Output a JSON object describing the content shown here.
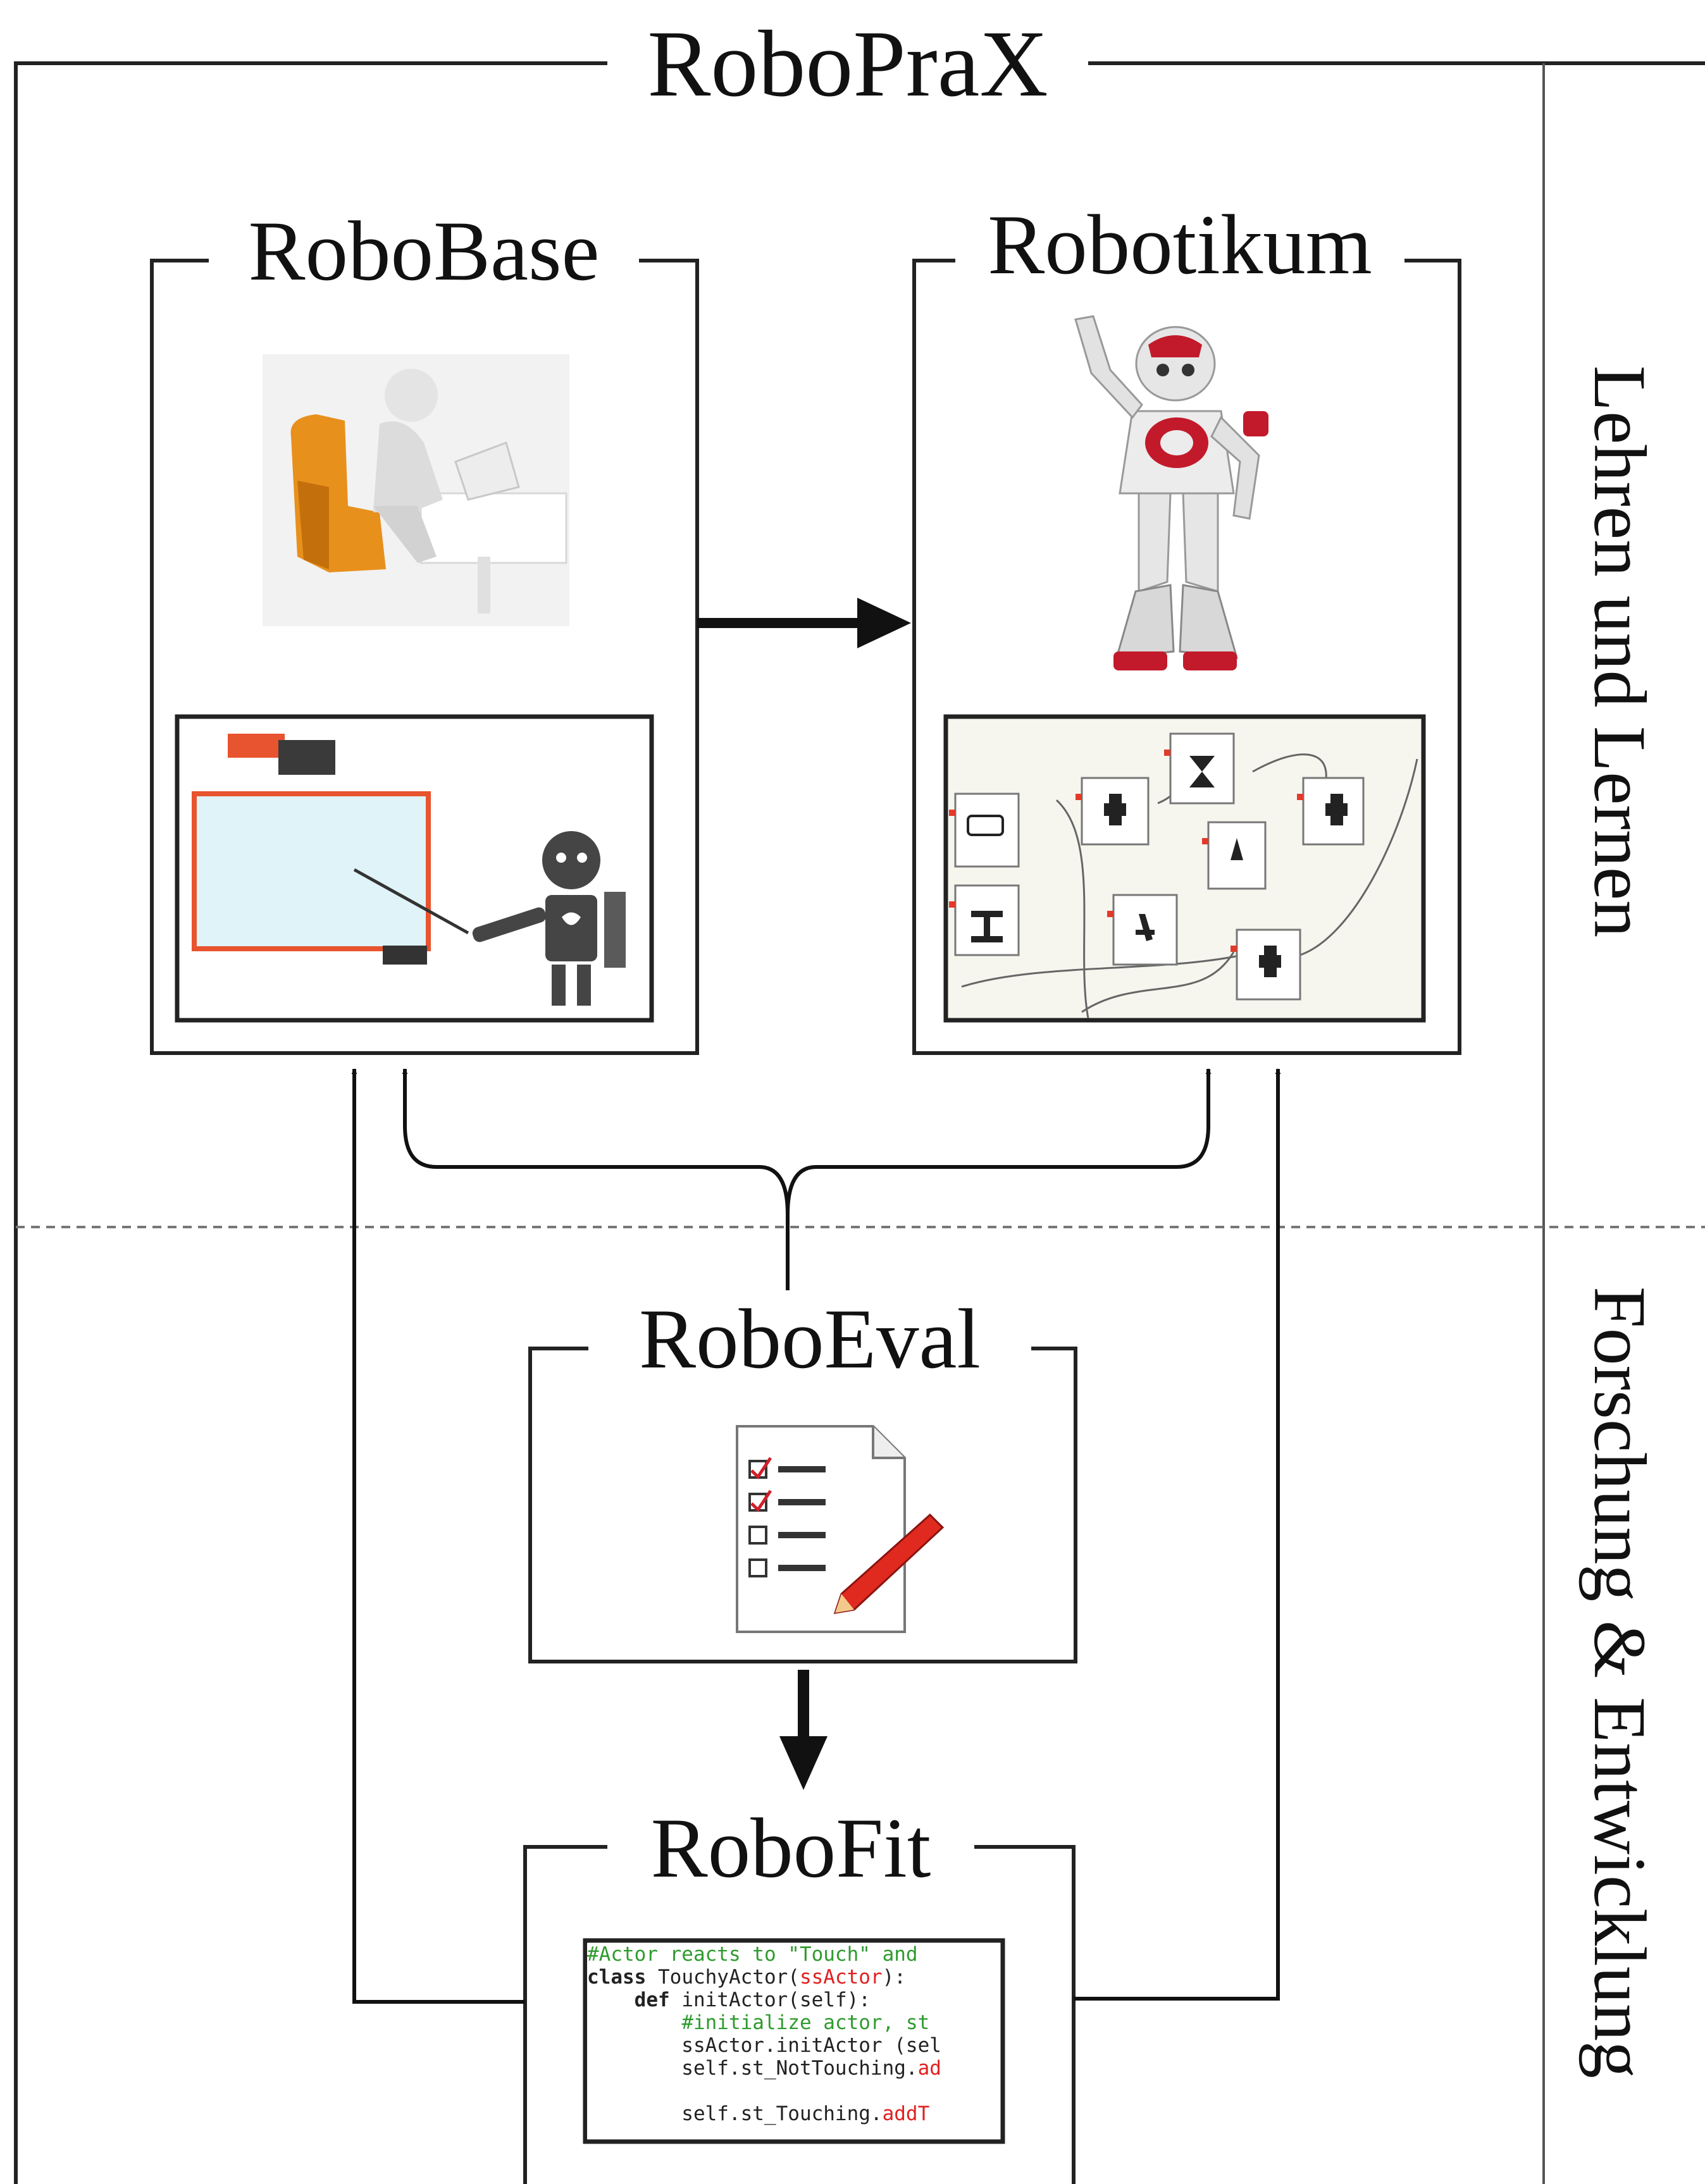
{
  "diagram": {
    "title": "RoboPraX",
    "modules": {
      "robobase": "RoboBase",
      "robotikum": "Robotikum",
      "roboeval": "RoboEval",
      "robofit": "RoboFit"
    },
    "sections": {
      "top": "Lehren und Lernen",
      "bottom": "Forschung & Entwicklung"
    },
    "code_lines": [
      {
        "parts": [
          {
            "text": "#Actor reacts to \"Touch\" and",
            "style": "green"
          }
        ]
      },
      {
        "parts": [
          {
            "text": "class",
            "style": "bold"
          },
          {
            "text": " TouchyActor(",
            "style": ""
          },
          {
            "text": "ssActor",
            "style": "red"
          },
          {
            "text": "):",
            "style": ""
          }
        ]
      },
      {
        "parts": [
          {
            "text": "    ",
            "style": ""
          },
          {
            "text": "def",
            "style": "bold"
          },
          {
            "text": " initActor(self):",
            "style": ""
          }
        ]
      },
      {
        "parts": [
          {
            "text": "        ",
            "style": ""
          },
          {
            "text": "#initialize actor, st",
            "style": "green"
          }
        ]
      },
      {
        "parts": [
          {
            "text": "        ssActor.initActor (sel",
            "style": ""
          }
        ]
      },
      {
        "parts": [
          {
            "text": "        self.st_NotTouching.",
            "style": ""
          },
          {
            "text": "ad",
            "style": "red"
          }
        ]
      },
      {
        "parts": [
          {
            "text": "",
            "style": ""
          }
        ]
      },
      {
        "parts": [
          {
            "text": "        self.st_Touching.",
            "style": ""
          },
          {
            "text": "addT",
            "style": "red"
          }
        ]
      }
    ]
  }
}
